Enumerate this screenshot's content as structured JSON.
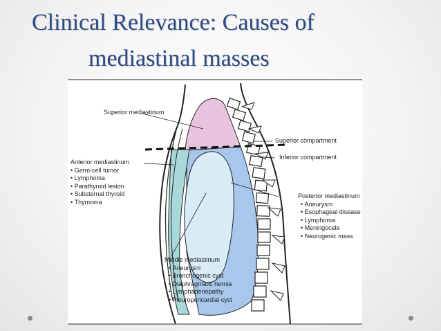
{
  "slide": {
    "title_line1": "Clinical Relevance: Causes of",
    "title_line2": "mediastinal masses"
  },
  "diagram": {
    "superior": "Superior mediastinum",
    "superior_compartment": "Superior compartment",
    "inferior_compartment": "Inferior compartment",
    "anterior": {
      "title": "Anterior mediastinum",
      "items": [
        "Germ-cell tumor",
        "Lymphoma",
        "Parathyroid lesion",
        "Substernal thyroid",
        "Thymoma"
      ]
    },
    "posterior": {
      "title": "Posterior mediastinum",
      "items": [
        "Aneurysm",
        "Esophageal disease",
        "Lymphoma",
        "Meningocele",
        "Neurogenic mass"
      ]
    },
    "middle": {
      "title": "Middle mediastinum",
      "items": [
        "Aneurysm",
        "Bronchogenic cyst",
        "Diaphragmatic hernia",
        "Lymphadenopathy",
        "Pleuropericardial cyst"
      ]
    },
    "colors": {
      "superior_fill": "#e7c3df",
      "posterior_fill": "#a7c8ec",
      "middle_fill": "#d8ecf6",
      "anterior_fill": "#a9d8db",
      "title_color": "#2b4a84"
    }
  }
}
